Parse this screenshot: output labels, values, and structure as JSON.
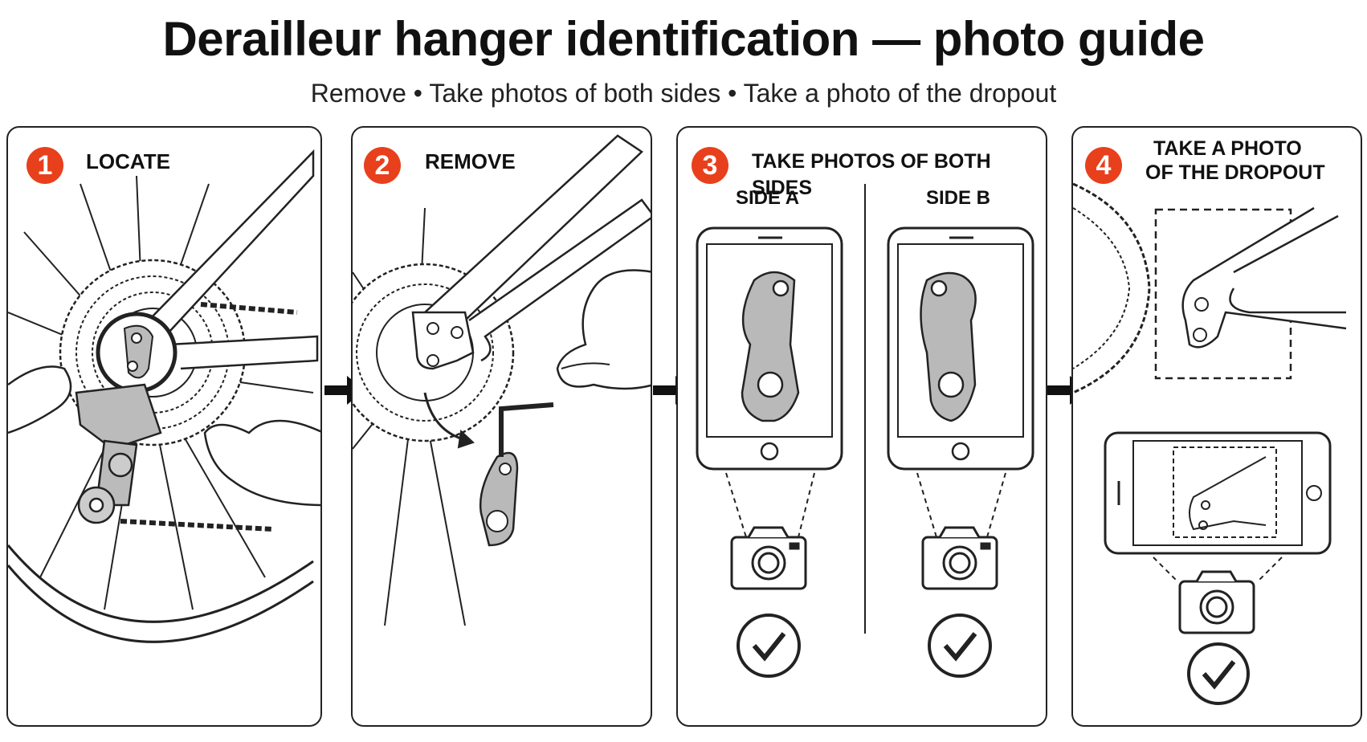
{
  "title": "Derailleur hanger identification — photo guide",
  "subtitle": "Remove • Take photos of both sides • Take a photo of the dropout",
  "colors": {
    "accent": "#e8401c",
    "stroke": "#222222",
    "metal": "#b9b9b9"
  },
  "steps": [
    {
      "number": "1",
      "label": "LOCATE"
    },
    {
      "number": "2",
      "label": "REMOVE"
    },
    {
      "number": "3",
      "label": "TAKE PHOTOS OF BOTH SIDES",
      "side_a": "SIDE A",
      "side_b": "SIDE B"
    },
    {
      "number": "4",
      "label_line1": "TAKE A PHOTO",
      "label_line2": "OF THE DROPOUT"
    }
  ],
  "icons": [
    "bicycle-cassette",
    "derailleur",
    "hex-key",
    "hanger",
    "smartphone",
    "camera-icon",
    "check-icon",
    "arrow-right-icon"
  ]
}
